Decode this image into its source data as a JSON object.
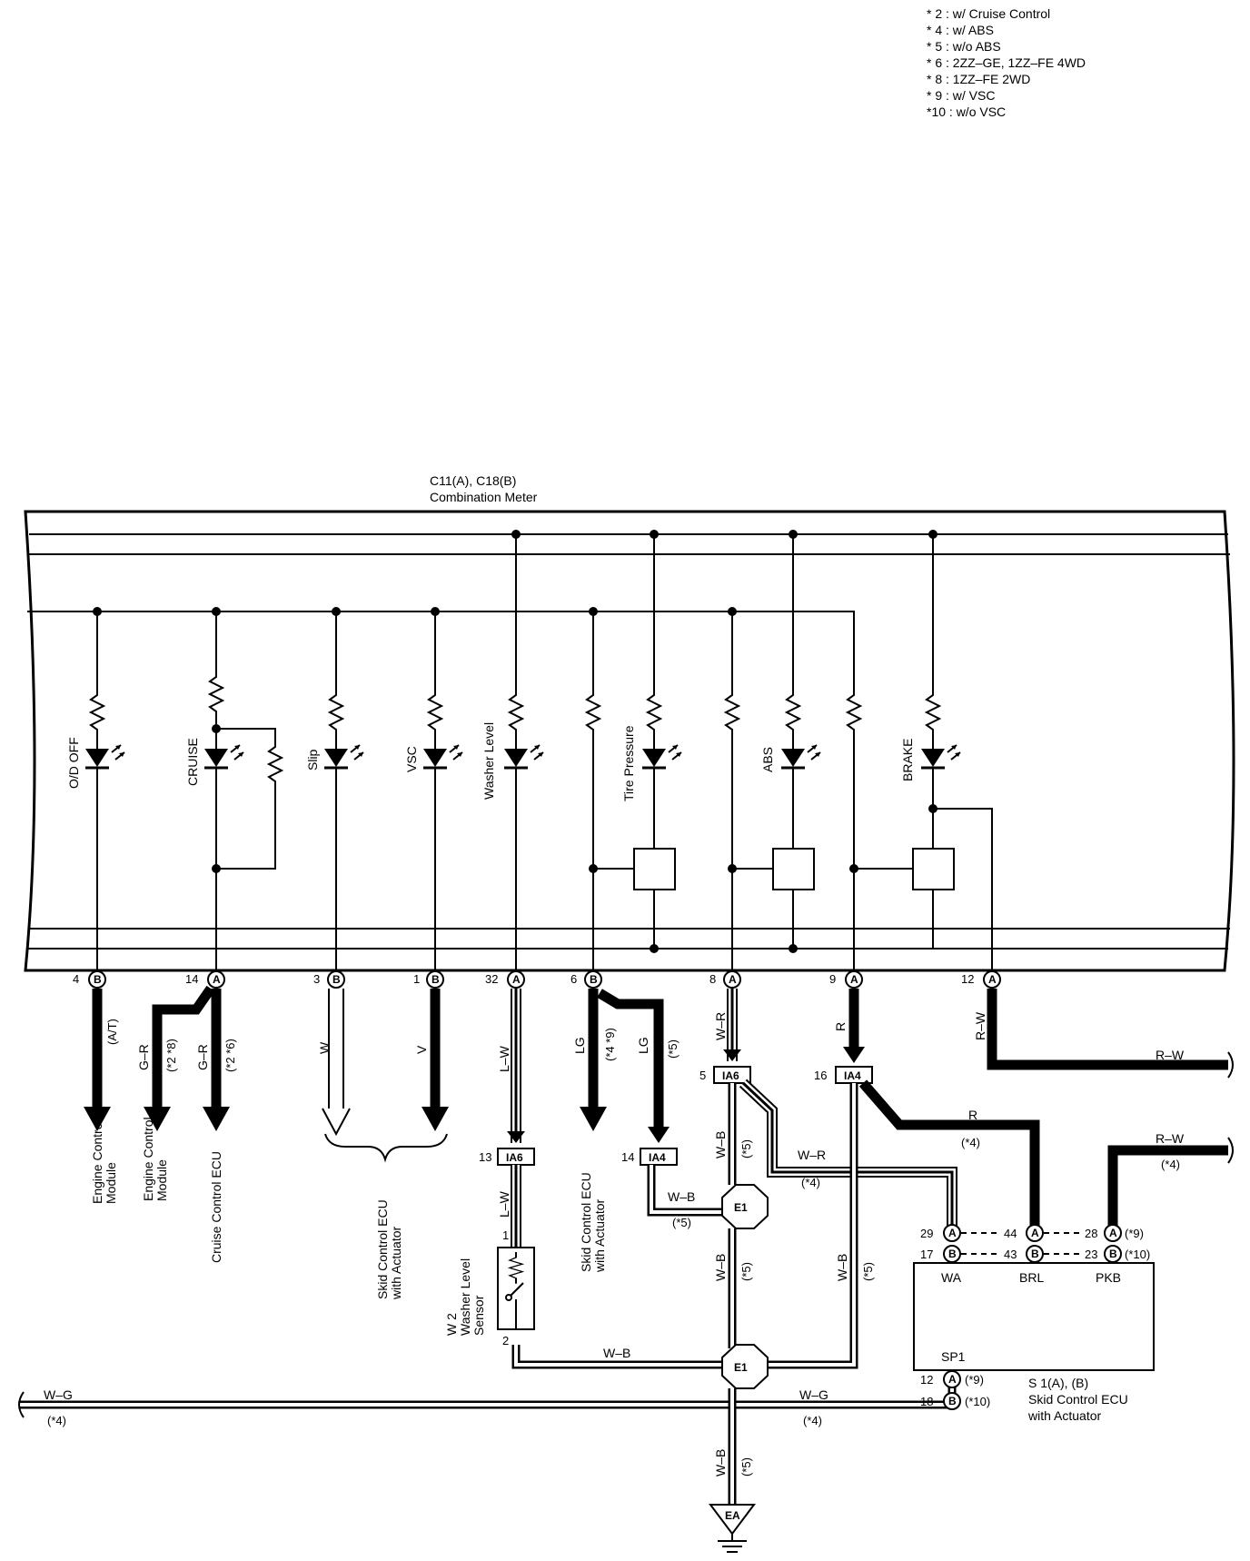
{
  "notes": [
    "*  2 : w/ Cruise Control",
    "*  4 : w/ ABS",
    "*  5 : w/o ABS",
    "*  6 : 2ZZ–GE,  1ZZ–FE 4WD",
    "*  8 : 1ZZ–FE 2WD",
    "*  9 : w/ VSC",
    "*10 : w/o VSC"
  ],
  "meter": {
    "connector": "C11(A), C18(B)",
    "name": "Combination Meter"
  },
  "indicators": {
    "od_off": "O/D OFF",
    "cruise": "CRUISE",
    "slip": "Slip",
    "vsc": "VSC",
    "washer": "Washer Level",
    "tire": "Tire Pressure",
    "abs": "ABS",
    "brake": "BRAKE"
  },
  "pins": {
    "p4": "4",
    "p14": "14",
    "p3": "3",
    "p1": "1",
    "p32": "32",
    "p6": "6",
    "p8": "8",
    "p9": "9",
    "p12": "12",
    "a": "A",
    "b": "B"
  },
  "wires": {
    "lg": "LG",
    "gr": "G–R",
    "w": "W",
    "v": "V",
    "lw": "L–W",
    "wr": "W–R",
    "r": "R",
    "rw": "R–W",
    "wb": "W–B",
    "wg": "W–G"
  },
  "conds": {
    "at": "(A/T)",
    "c28": "(*2 *8)",
    "c26": "(*2 *6)",
    "c49": "(*4 *9)",
    "c5": "(*5)",
    "c4": "(*4)",
    "c9": "(*9)",
    "c10": "(*10)"
  },
  "dest": {
    "ecm1": [
      "Engine Control",
      "Module"
    ],
    "ecm2": [
      "Engine Control",
      "Module"
    ],
    "cruise": [
      "Cruise Control ECU"
    ],
    "skid1": [
      "Skid Control ECU",
      "with Actuator"
    ],
    "skid2": [
      "Skid Control ECU",
      "with Actuator"
    ]
  },
  "junctions": {
    "ia6": "IA6",
    "ia4": "IA4",
    "e1": "E1",
    "ea": "EA",
    "n5": "5",
    "n16": "16",
    "n13": "13",
    "n14": "14"
  },
  "sensor": {
    "name": [
      "W 2",
      "Washer Level",
      "Sensor"
    ],
    "pin1": "1",
    "pin2": "2"
  },
  "ecu": {
    "name": [
      "S 1(A), (B)",
      "Skid Control ECU",
      "with Actuator"
    ],
    "wa": "WA",
    "brl": "BRL",
    "pkb": "PKB",
    "sp1": "SP1",
    "p29": "29",
    "p17": "17",
    "p44": "44",
    "p43": "43",
    "p28": "28",
    "p23": "23",
    "p12": "12",
    "p18": "18"
  }
}
